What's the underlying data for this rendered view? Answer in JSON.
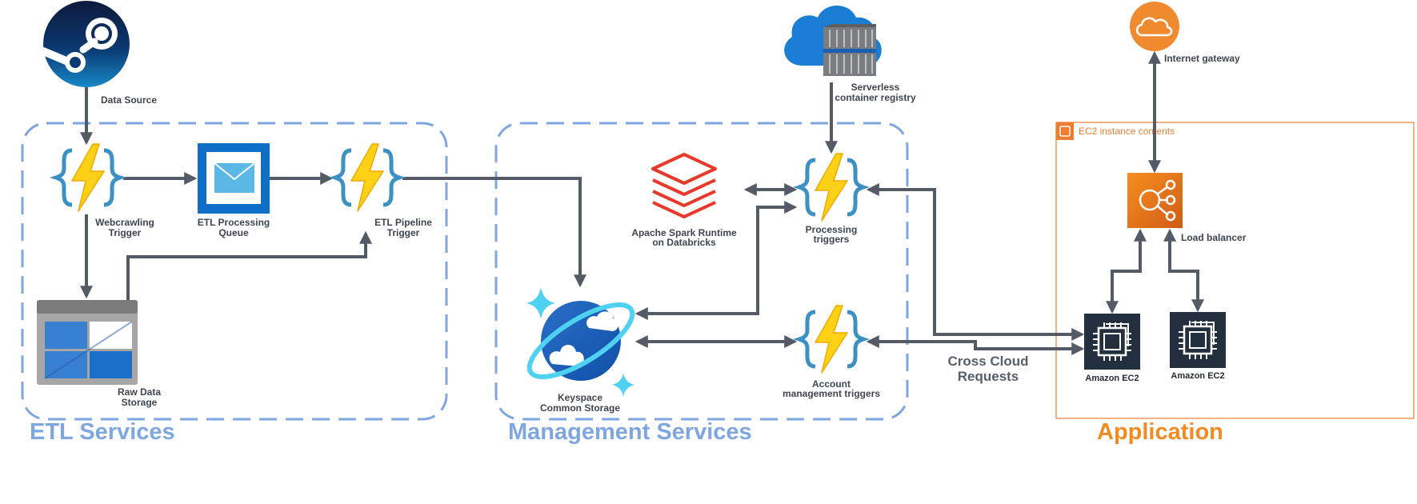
{
  "colors": {
    "group_border": "#7ea6e0",
    "app_border": "#ed7d31",
    "app_title": "#f28b21",
    "edge": "#545b66",
    "label": "#3f4650"
  },
  "groups": {
    "etl": "ETL Services",
    "management": "Management Services",
    "application": "Application",
    "ec2_contents": "EC2 instance contents"
  },
  "nodes": {
    "data_source": {
      "icon": "steam-logo-icon",
      "label": [
        "Data Source"
      ]
    },
    "webcrawling": {
      "icon": "azure-function-icon",
      "label": [
        "Webcrawling",
        "Trigger"
      ]
    },
    "etl_queue": {
      "icon": "queue-envelope-icon",
      "label": [
        "ETL Processing",
        "Queue"
      ]
    },
    "etl_pipeline": {
      "icon": "azure-function-icon",
      "label": [
        "ETL Pipeline",
        "Trigger"
      ]
    },
    "raw_storage": {
      "icon": "table-storage-icon",
      "label": [
        "Raw Data",
        "Storage"
      ]
    },
    "spark": {
      "icon": "databricks-icon",
      "label": [
        "Apache Spark Runtime",
        "on Databricks"
      ]
    },
    "registry": {
      "icon": "container-registry-icon",
      "label": [
        "Serverless",
        "container registry"
      ]
    },
    "processing": {
      "icon": "azure-function-icon",
      "label": [
        "Processing",
        "triggers"
      ]
    },
    "keyspace": {
      "icon": "cosmos-db-icon",
      "label": [
        "Keyspace",
        "Common Storage"
      ]
    },
    "account": {
      "icon": "azure-function-icon",
      "label": [
        "Account",
        "management triggers"
      ]
    },
    "gateway": {
      "icon": "internet-gateway-icon",
      "label": [
        "Internet gateway"
      ]
    },
    "load_balancer": {
      "icon": "load-balancer-icon",
      "label": [
        "Load balancer"
      ]
    },
    "ec2_a": {
      "icon": "ec2-chip-icon",
      "label": [
        "Amazon EC2"
      ]
    },
    "ec2_b": {
      "icon": "ec2-chip-icon",
      "label": [
        "Amazon EC2"
      ]
    }
  },
  "edge_labels": {
    "cross_cloud": [
      "Cross Cloud",
      "Requests"
    ]
  }
}
